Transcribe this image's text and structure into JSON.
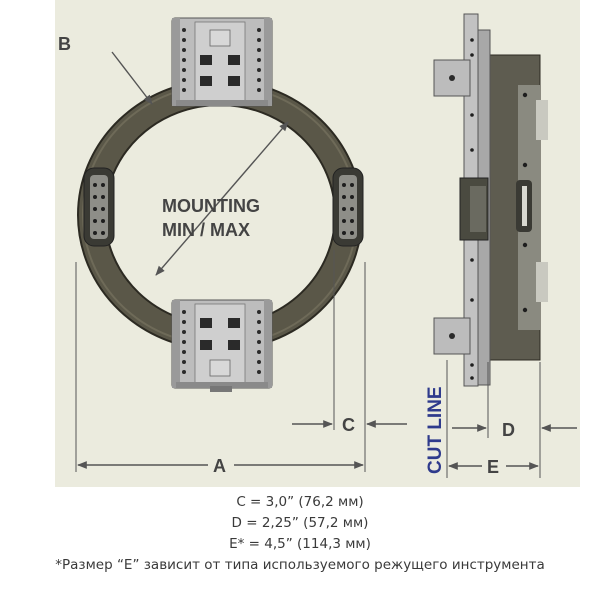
{
  "labels": {
    "b": "B",
    "mounting_line1": "MOUNTING",
    "mounting_line2": "MIN / MAX",
    "a": "A",
    "c": "C",
    "d": "D",
    "e": "E",
    "cut_line": "CUT LINE"
  },
  "notes": {
    "c": "C = 3,0” (76,2 мм)",
    "d": "D = 2,25” (57,2 мм)",
    "e": "E* = 4,5” (114,3 мм)",
    "footnote": "*Размер “E” зависит от типа используемого режущего инструмента"
  },
  "colors": {
    "panel": "#ebebde",
    "ring": "#5a5748",
    "ring_edge": "#2c2a22",
    "clamp": "#bdbdbd",
    "clamp_dark": "#2a2a2a",
    "dim_line": "#555555",
    "cut_line_text": "#2e3a8c"
  }
}
